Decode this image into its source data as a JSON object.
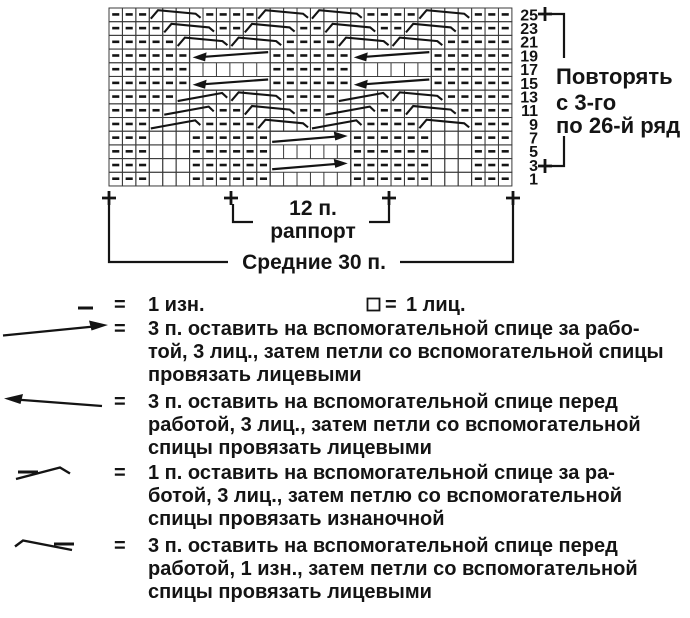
{
  "colors": {
    "ink": "#141414",
    "grid": "#3b3b3b",
    "bg": "#ffffff"
  },
  "chart": {
    "cols": 30,
    "rows": [
      {
        "num": "25",
        "cells": "---....----........----....---"
      },
      {
        "num": "23",
        "cells": "----....--....--....--....----"
      },
      {
        "num": "21",
        "cells": "-----........----........-----"
      },
      {
        "num": "19",
        "cells": "------......------......------"
      },
      {
        "num": "17",
        "cells": "------......------......------"
      },
      {
        "num": "15",
        "cells": "------......------......------"
      },
      {
        "num": "13",
        "cells": "-----........----........-----"
      },
      {
        "num": "11",
        "cells": "----....--....--....--....----"
      },
      {
        "num": "9",
        "cells": "---....----........----....---"
      },
      {
        "num": "7",
        "cells": "---...------......------...---"
      },
      {
        "num": "5",
        "cells": "---...------......------...---"
      },
      {
        "num": "3",
        "cells": "---...------......------...---"
      },
      {
        "num": "1",
        "cells": "---...------......------...---"
      }
    ],
    "symbols": [
      {
        "row": "25",
        "type": "roof",
        "from": 4,
        "to": 7
      },
      {
        "row": "25",
        "type": "roof",
        "from": 12,
        "to": 15
      },
      {
        "row": "25",
        "type": "roof",
        "from": 16,
        "to": 19
      },
      {
        "row": "25",
        "type": "roof",
        "from": 24,
        "to": 27
      },
      {
        "row": "23",
        "type": "roof",
        "from": 5,
        "to": 8
      },
      {
        "row": "23",
        "type": "roof",
        "from": 11,
        "to": 14
      },
      {
        "row": "23",
        "type": "roof",
        "from": 17,
        "to": 20
      },
      {
        "row": "23",
        "type": "roof",
        "from": 23,
        "to": 26
      },
      {
        "row": "21",
        "type": "roof",
        "from": 6,
        "to": 9
      },
      {
        "row": "21",
        "type": "roof",
        "from": 10,
        "to": 13
      },
      {
        "row": "21",
        "type": "roof",
        "from": 18,
        "to": 21
      },
      {
        "row": "21",
        "type": "roof",
        "from": 22,
        "to": 25
      },
      {
        "row": "13",
        "type": "rise",
        "from": 6,
        "to": 9
      },
      {
        "row": "13",
        "type": "roof",
        "from": 10,
        "to": 13
      },
      {
        "row": "13",
        "type": "rise",
        "from": 18,
        "to": 21
      },
      {
        "row": "13",
        "type": "roof",
        "from": 22,
        "to": 25
      },
      {
        "row": "11",
        "type": "rise",
        "from": 5,
        "to": 8
      },
      {
        "row": "11",
        "type": "roof",
        "from": 11,
        "to": 14
      },
      {
        "row": "11",
        "type": "rise",
        "from": 17,
        "to": 20
      },
      {
        "row": "11",
        "type": "roof",
        "from": 23,
        "to": 26
      },
      {
        "row": "9",
        "type": "rise",
        "from": 4,
        "to": 7
      },
      {
        "row": "9",
        "type": "roof",
        "from": 12,
        "to": 15
      },
      {
        "row": "9",
        "type": "rise",
        "from": 16,
        "to": 19
      },
      {
        "row": "9",
        "type": "roof",
        "from": 24,
        "to": 27
      }
    ],
    "boxes": [
      {
        "row_top": "19",
        "row_bottom": "15",
        "col_from": 7,
        "col_to": 12,
        "cell_rows": [
          "17"
        ],
        "arrow_rows": [
          "19",
          "15"
        ],
        "arrow_dir": "left"
      },
      {
        "row_top": "19",
        "row_bottom": "15",
        "col_from": 19,
        "col_to": 24,
        "cell_rows": [
          "17"
        ],
        "arrow_rows": [
          "19",
          "15"
        ],
        "arrow_dir": "left"
      },
      {
        "row_top": "7",
        "row_bottom": "1",
        "col_from": 13,
        "col_to": 18,
        "cell_rows": [
          "5",
          "1"
        ],
        "arrow_rows": [
          "7",
          "3"
        ],
        "arrow_dir": "right"
      }
    ],
    "right_label": {
      "lines": [
        "Повторять",
        "с 3-го",
        "по 26-й ряд"
      ]
    },
    "bottom": {
      "rapport_line1": "12 п.",
      "rapport_line2": "раппорт",
      "middle_label": "Средние 30 п."
    }
  },
  "legend": {
    "row1": {
      "left": {
        "symbol": "purl-dash",
        "eq": "=",
        "label": "1 изн."
      },
      "right": {
        "symbol": "knit-square",
        "eq": "=",
        "label": "1 лиц."
      }
    },
    "items": [
      {
        "symbol": "cable-arrow-right",
        "eq": "=",
        "lines": [
          "3 п. оставить на вспомогательной спице за рабо-",
          "той, 3 лиц., затем петли со вспомогательной спицы",
          "провязать лицевыми"
        ]
      },
      {
        "symbol": "cable-arrow-left",
        "eq": "=",
        "lines": [
          "3 п. оставить на вспомогательной спице перед",
          "работой, 3 лиц., затем петли со вспомогательной",
          "спицы провязать лицевыми"
        ]
      },
      {
        "symbol": "dash-rise-hook",
        "eq": "=",
        "lines": [
          "1 п. оставить на вспомогательной спице за ра-",
          "ботой, 3 лиц., затем петлю со вспомогательной",
          "спицы провязать изнаночной"
        ]
      },
      {
        "symbol": "fall-dash-hook",
        "eq": "=",
        "lines": [
          "3 п. оставить на вспомогательной спице перед",
          "работой, 1 изн., затем петли со вспомогательной",
          "спицы провязать лицевыми"
        ]
      }
    ]
  }
}
